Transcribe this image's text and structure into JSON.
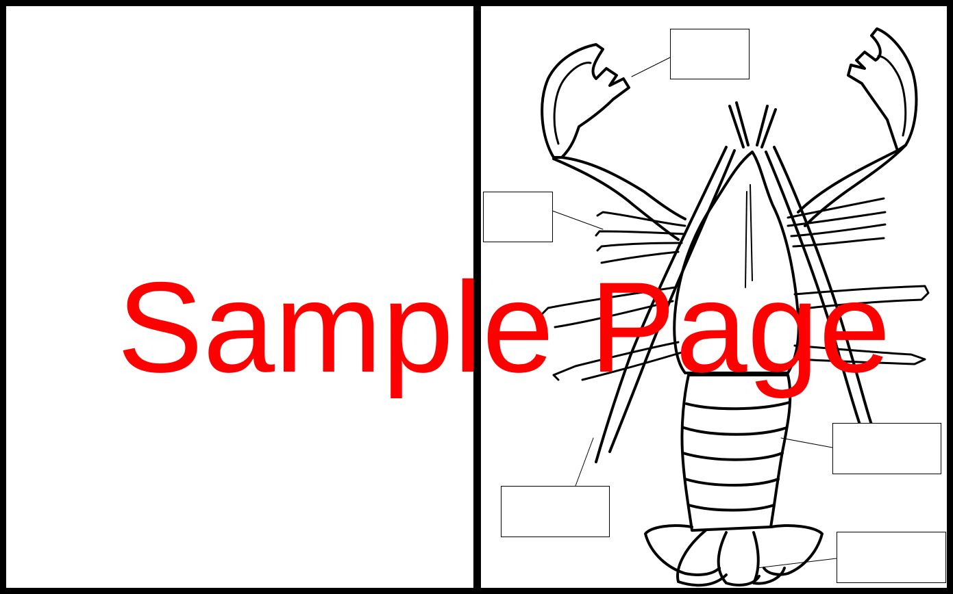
{
  "watermark": {
    "text": "Sample Page",
    "color": "#ff0000"
  },
  "diagram": {
    "subject": "lobster-icon",
    "label_boxes": [
      {
        "id": "claw",
        "text": ""
      },
      {
        "id": "walking-legs",
        "text": ""
      },
      {
        "id": "antenna",
        "text": ""
      },
      {
        "id": "abdomen",
        "text": ""
      },
      {
        "id": "tail-fan",
        "text": ""
      }
    ]
  }
}
